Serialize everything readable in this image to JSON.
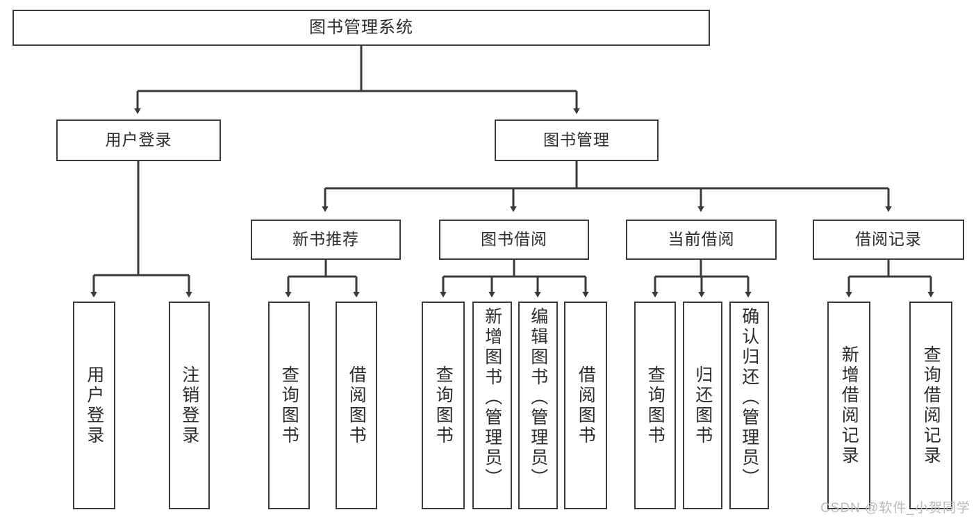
{
  "diagram": {
    "title": "图书管理系统",
    "type": "tree",
    "orientation": "top-down",
    "colors": {
      "box_border": "#3a3a3a",
      "box_fill": "#ffffff",
      "connector": "#3a3a3a",
      "text": "#2b2b2b",
      "watermark": "#b9b9b9"
    },
    "watermark": "CSDN @软件_小贺同学"
  },
  "nodes": {
    "root": {
      "label": "图书管理系统",
      "level": 1
    },
    "level2": [
      {
        "id": "user-login",
        "label": "用户登录"
      },
      {
        "id": "book-manage",
        "label": "图书管理"
      }
    ],
    "level3": [
      {
        "id": "new-book-recommend",
        "label": "新书推荐",
        "parent": "book-manage"
      },
      {
        "id": "book-borrow",
        "label": "图书借阅",
        "parent": "book-manage"
      },
      {
        "id": "current-borrow",
        "label": "当前借阅",
        "parent": "book-manage"
      },
      {
        "id": "borrow-record",
        "label": "借阅记录",
        "parent": "book-manage"
      }
    ],
    "leaves": [
      {
        "id": "leaf-user-login",
        "label": "用户登录",
        "parent": "user-login"
      },
      {
        "id": "leaf-logout",
        "label": "注销登录",
        "parent": "user-login"
      },
      {
        "id": "leaf-query-book-1",
        "label": "查询图书",
        "parent": "new-book-recommend"
      },
      {
        "id": "leaf-borrow-book-1",
        "label": "借阅图书",
        "parent": "new-book-recommend"
      },
      {
        "id": "leaf-query-book-2",
        "label": "查询图书",
        "parent": "book-borrow"
      },
      {
        "id": "leaf-add-book",
        "label": "新增图书（管理员）",
        "parent": "book-borrow"
      },
      {
        "id": "leaf-edit-book",
        "label": "编辑图书（管理员）",
        "parent": "book-borrow"
      },
      {
        "id": "leaf-borrow-book-2",
        "label": "借阅图书",
        "parent": "book-borrow"
      },
      {
        "id": "leaf-query-book-3",
        "label": "查询图书",
        "parent": "current-borrow"
      },
      {
        "id": "leaf-return-book",
        "label": "归还图书",
        "parent": "current-borrow"
      },
      {
        "id": "leaf-confirm-return",
        "label": "确认归还（管理员）",
        "parent": "current-borrow"
      },
      {
        "id": "leaf-add-record",
        "label": "新增借阅记录",
        "parent": "borrow-record"
      },
      {
        "id": "leaf-query-record",
        "label": "查询借阅记录",
        "parent": "borrow-record"
      }
    ]
  }
}
